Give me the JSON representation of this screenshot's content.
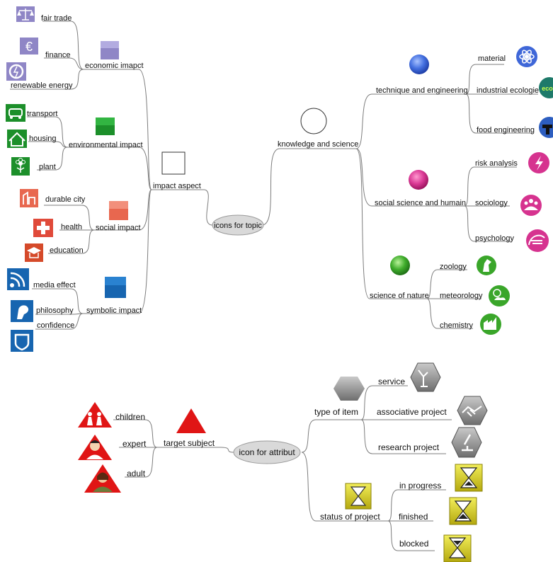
{
  "topic": {
    "root": "icons for topic",
    "impact_aspect": {
      "label": "impact aspect",
      "economic": {
        "label": "economic imapct",
        "items": [
          "fair trade",
          "finance",
          "renewable energy"
        ]
      },
      "environmental": {
        "label": "environmental impact",
        "items": [
          "transport",
          "housing",
          "plant"
        ]
      },
      "social": {
        "label": "social impact",
        "items": [
          "durable city",
          "health",
          "education"
        ]
      },
      "symbolic": {
        "label": "symbolic impact",
        "items": [
          "media effect",
          "philosophy",
          "confidence"
        ]
      }
    },
    "knowledge": {
      "label": "knowledge and science",
      "technique": {
        "label": "technique and engineering",
        "items": [
          "material",
          "industrial ecologie",
          "food engineering"
        ]
      },
      "social_science": {
        "label": "social science and humain",
        "items": [
          "risk analysis",
          "sociology",
          "psychology"
        ]
      },
      "nature": {
        "label": "science of nature",
        "items": [
          "zoology",
          "meteorology",
          "chemistry"
        ]
      }
    }
  },
  "attribut": {
    "root": "icon for attribut",
    "target": {
      "label": "target subject",
      "items": [
        "children",
        "expert",
        "adult"
      ]
    },
    "type_of_item": {
      "label": "type of item",
      "items": [
        "service",
        "associative project",
        "research project"
      ]
    },
    "status": {
      "label": "status of project",
      "items": [
        "in progress",
        "finished",
        "blocked"
      ]
    }
  },
  "icons": {
    "fair_trade": "scales-icon",
    "finance": "euro-icon",
    "renewable_energy": "recycle-energy-icon",
    "transport": "car-icon",
    "housing": "house-icon",
    "plant": "flower-icon",
    "durable_city": "building-icon",
    "health": "cross-icon",
    "education": "graduation-cap-icon",
    "media_effect": "rss-icon",
    "philosophy": "thinker-head-icon",
    "confidence": "shield-icon",
    "material": "atom-icon",
    "industrial_ecologie": "eco-icon",
    "food_engineering": "food-tool-icon",
    "risk_analysis": "lightning-icon",
    "sociology": "people-icon",
    "psychology": "mind-icon",
    "zoology": "horse-icon",
    "meteorology": "sun-cloud-icon",
    "chemistry": "factory-icon",
    "children": "children-icon",
    "expert": "expert-icon",
    "adult": "adult-icon",
    "service": "service-icon",
    "associative_project": "handshake-icon",
    "research_project": "microscope-icon",
    "in_progress": "hourglass-icon",
    "finished": "hourglass-icon",
    "blocked": "hourglass-icon"
  },
  "colors": {
    "economic": "#8f86c6",
    "environmental": "#1c8f2a",
    "social": "#e8674f",
    "symbolic": "#1765b0",
    "technique": "#3f67d8",
    "social_science": "#d6338f",
    "nature": "#3aa62a",
    "target": "#e01515",
    "type_of_item": "#8c8c8c",
    "status": "#d8d020",
    "node_fill": "#d9d9d9",
    "edge": "#7d7d7d"
  }
}
